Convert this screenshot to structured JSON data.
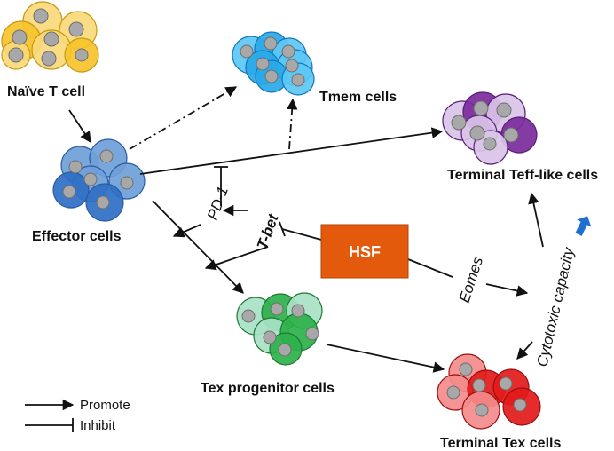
{
  "populations": {
    "naive": {
      "label": "Naïve T cell",
      "fill": "#f6c32a",
      "fill_light": "#f9d979",
      "stroke": "#c89a14"
    },
    "tmem": {
      "label": "Tmem cells",
      "fill": "#29a9e8",
      "fill_light": "#5cc8f5",
      "stroke": "#1676b8"
    },
    "effector": {
      "label": "Effector cells",
      "fill": "#6f9fd8",
      "fill_dark": "#2e6fc4",
      "stroke": "#2a5ba4"
    },
    "teff_like": {
      "label": "Terminal Teff-like cells",
      "fill": "#7b2a9c",
      "fill_light": "#d9c4e8",
      "stroke": "#5a1f7a"
    },
    "tex_progenitor": {
      "label": "Tex progenitor cells",
      "fill": "#2db14a",
      "fill_light": "#a8e2c6",
      "stroke": "#1f7a34"
    },
    "terminal_tex": {
      "label": "Terminal Tex cells",
      "fill": "#e31a1a",
      "fill_light": "#f48b8b",
      "stroke": "#9b1010"
    }
  },
  "nucleus_color": "#a8a8a8",
  "regulators": {
    "hsf": {
      "label": "HSF",
      "fill": "#e45a0c",
      "text_color": "#ffffff"
    },
    "pd1": {
      "label": "PD-1"
    },
    "tbet": {
      "label": "T-bet"
    },
    "eomes": {
      "label": "Eomes"
    },
    "cytotoxic": {
      "label": "Cytotoxic capacity",
      "arrow_color": "#1e6fd0"
    }
  },
  "legend": {
    "promote": "Promote",
    "inhibit": "Inhibit"
  }
}
